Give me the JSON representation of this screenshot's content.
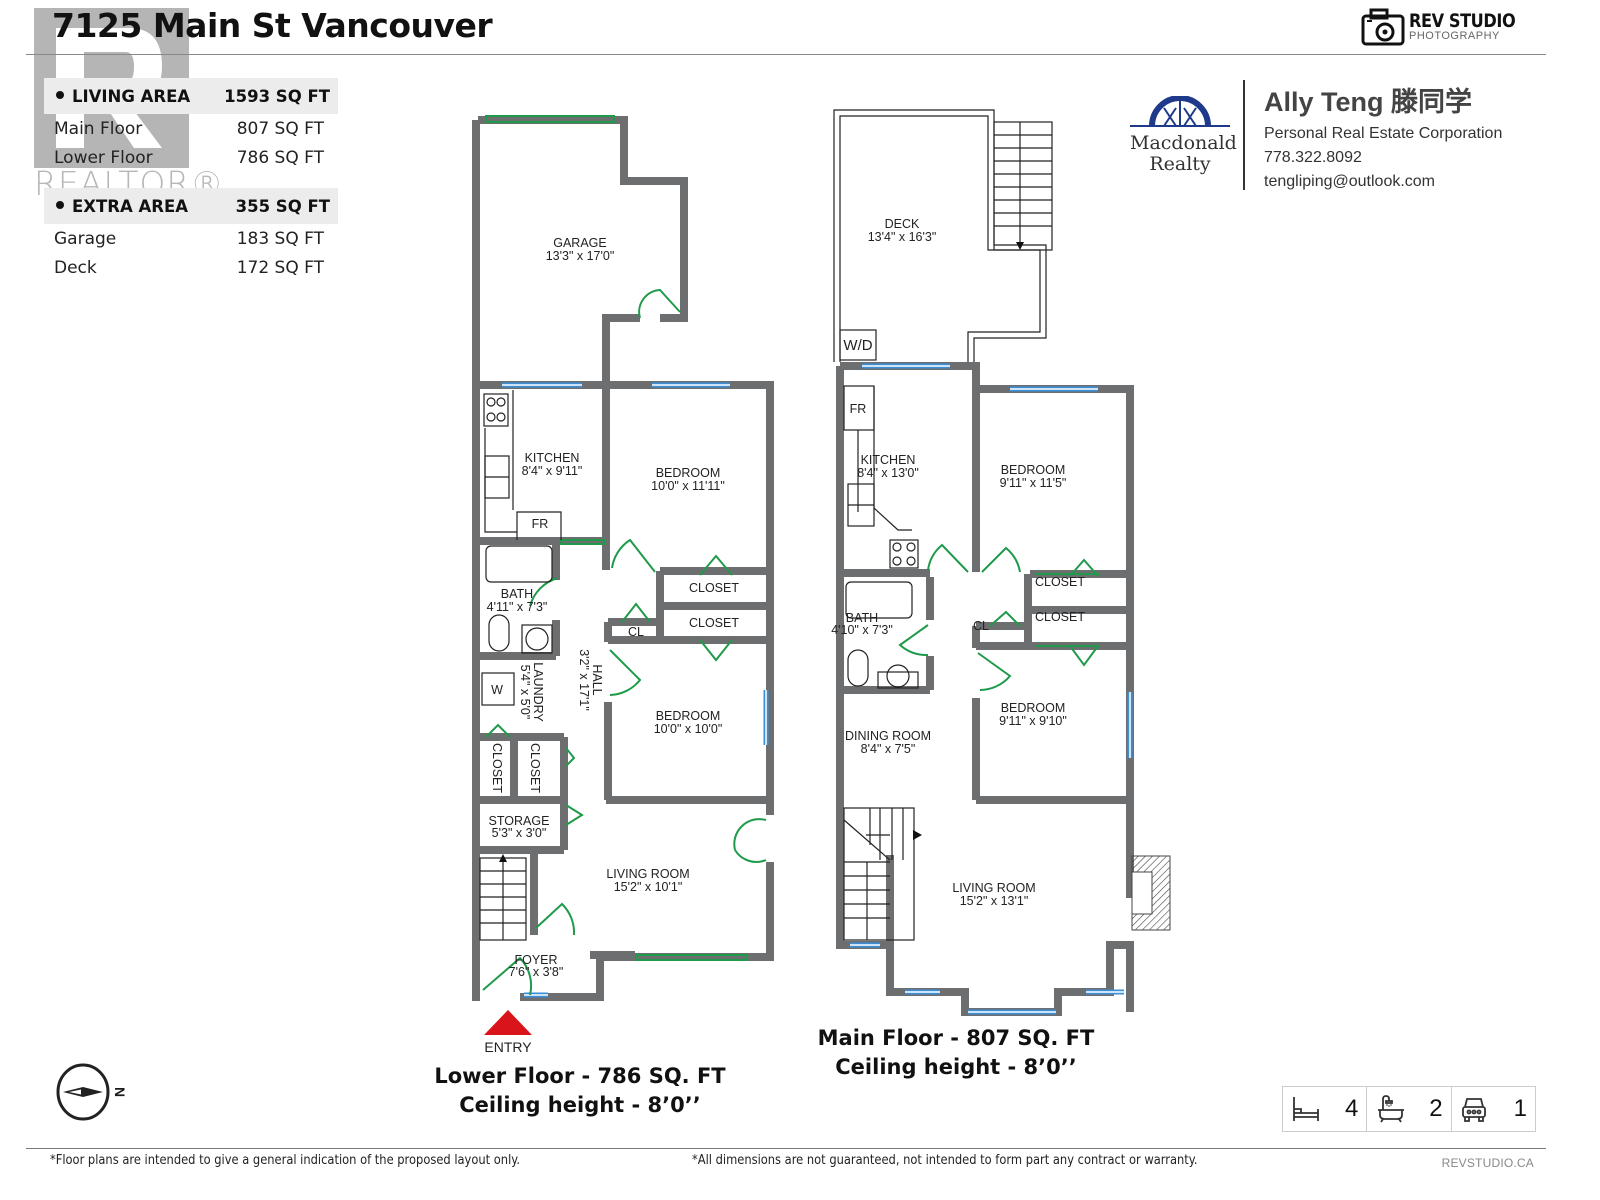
{
  "header": {
    "title": "7125 Main St Vancouver",
    "studio_logo": {
      "icon": "camera-icon",
      "name": "REV STUDIO",
      "subtitle": "PHOTOGRAPHY"
    }
  },
  "watermark": {
    "text": "REALTOR®",
    "icon": "realtor-r-icon"
  },
  "areas": {
    "living": {
      "label": "LIVING AREA",
      "total": "1593 SQ FT",
      "rows": [
        {
          "label": "Main Floor",
          "value": "807 SQ FT"
        },
        {
          "label": "Lower Floor",
          "value": "786 SQ FT"
        }
      ]
    },
    "extra": {
      "label": "EXTRA AREA",
      "total": "355 SQ FT",
      "rows": [
        {
          "label": "Garage",
          "value": "183 SQ FT"
        },
        {
          "label": "Deck",
          "value": "172 SQ FT"
        }
      ]
    }
  },
  "agent": {
    "brokerage_line1": "Macdonald",
    "brokerage_line2": "Realty",
    "name": "Ally Teng 滕同学",
    "title": "Personal Real Estate Corporation",
    "phone": "778.322.8092",
    "email": "tengliping@outlook.com"
  },
  "lower_floor": {
    "caption_line1": "Lower Floor - 786 SQ. FT",
    "caption_line2": "Ceiling height - 8’0’’",
    "rooms": {
      "garage": {
        "name": "GARAGE",
        "dims": "13'3\" x 17'0\""
      },
      "kitchen": {
        "name": "KITCHEN",
        "dims": "8'4\" x 9'11\""
      },
      "fridge": "FR",
      "bedroom1": {
        "name": "BEDROOM",
        "dims": "10'0\" x 11'11\""
      },
      "bath": {
        "name": "BATH",
        "dims": "4'11\" x 7'3\""
      },
      "closet1": "CLOSET",
      "closet2": "CLOSET",
      "cl": "CL",
      "laundry": {
        "name": "LAUNDRY",
        "dims": "5'4\" x 5'0\""
      },
      "washer": "W",
      "hall": {
        "name": "HALL",
        "dims": "3'2\" x 17'1\""
      },
      "bedroom2": {
        "name": "BEDROOM",
        "dims": "10'0\" x 10'0\""
      },
      "closet3": "CLOSET",
      "closet4": "CLOSET",
      "storage": {
        "name": "STORAGE",
        "dims": "5'3\" x 3'0\""
      },
      "living": {
        "name": "LIVING ROOM",
        "dims": "15'2\" x 10'1\""
      },
      "foyer": {
        "name": "FOYER",
        "dims": "7'6\" x 3'8\""
      }
    },
    "entry_label": "ENTRY"
  },
  "main_floor": {
    "caption_line1": "Main Floor - 807 SQ. FT",
    "caption_line2": "Ceiling height - 8’0’’",
    "rooms": {
      "deck": {
        "name": "DECK",
        "dims": "13'4\" x 16'3\""
      },
      "wd": "W/D",
      "fridge": "FR",
      "kitchen": {
        "name": "KITCHEN",
        "dims": "8'4\" x 13'0\""
      },
      "bedroom1": {
        "name": "BEDROOM",
        "dims": "9'11\" x 11'5\""
      },
      "closet1": "CLOSET",
      "closet2": "CLOSET",
      "cl": "CL",
      "bath": {
        "name": "BATH",
        "dims": "4'10\" x 7'3\""
      },
      "bedroom2": {
        "name": "BEDROOM",
        "dims": "9'11\" x 9'10\""
      },
      "dining": {
        "name": "DINING ROOM",
        "dims": "8'4\" x 7'5\""
      },
      "living": {
        "name": "LIVING ROOM",
        "dims": "15'2\" x 13'1\""
      }
    }
  },
  "compass": {
    "label": "N",
    "icon": "compass-icon"
  },
  "stats": [
    {
      "icon": "bed-icon",
      "value": "4"
    },
    {
      "icon": "bathtub-icon",
      "value": "2"
    },
    {
      "icon": "car-icon",
      "value": "1"
    }
  ],
  "footer": {
    "disclaimer_left": "*Floor plans are intended to give a general indication of the proposed layout only.",
    "disclaimer_right": "*All dimensions are not guaranteed, not intended to form part any contract or warranty.",
    "site": "REVSTUDIO.CA"
  },
  "colors": {
    "wall": "#6d6e70",
    "window": "#3a8fd6",
    "door": "#1f9a4a",
    "entry_arrow": "#d9141a",
    "area_header_bg": "#ececec",
    "brokerage_blue": "#1f3a8a"
  }
}
